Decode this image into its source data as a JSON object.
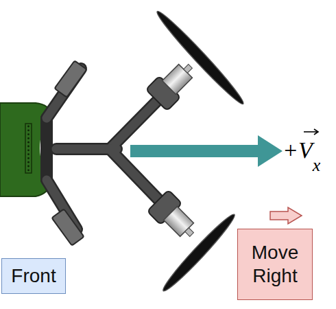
{
  "diagram": {
    "nodes": [
      {
        "text": [
          "Front"
        ]
      },
      {
        "text": [
          "Move Right"
        ]
      }
    ],
    "labels": [
      "+V",
      "x"
    ]
  }
}
